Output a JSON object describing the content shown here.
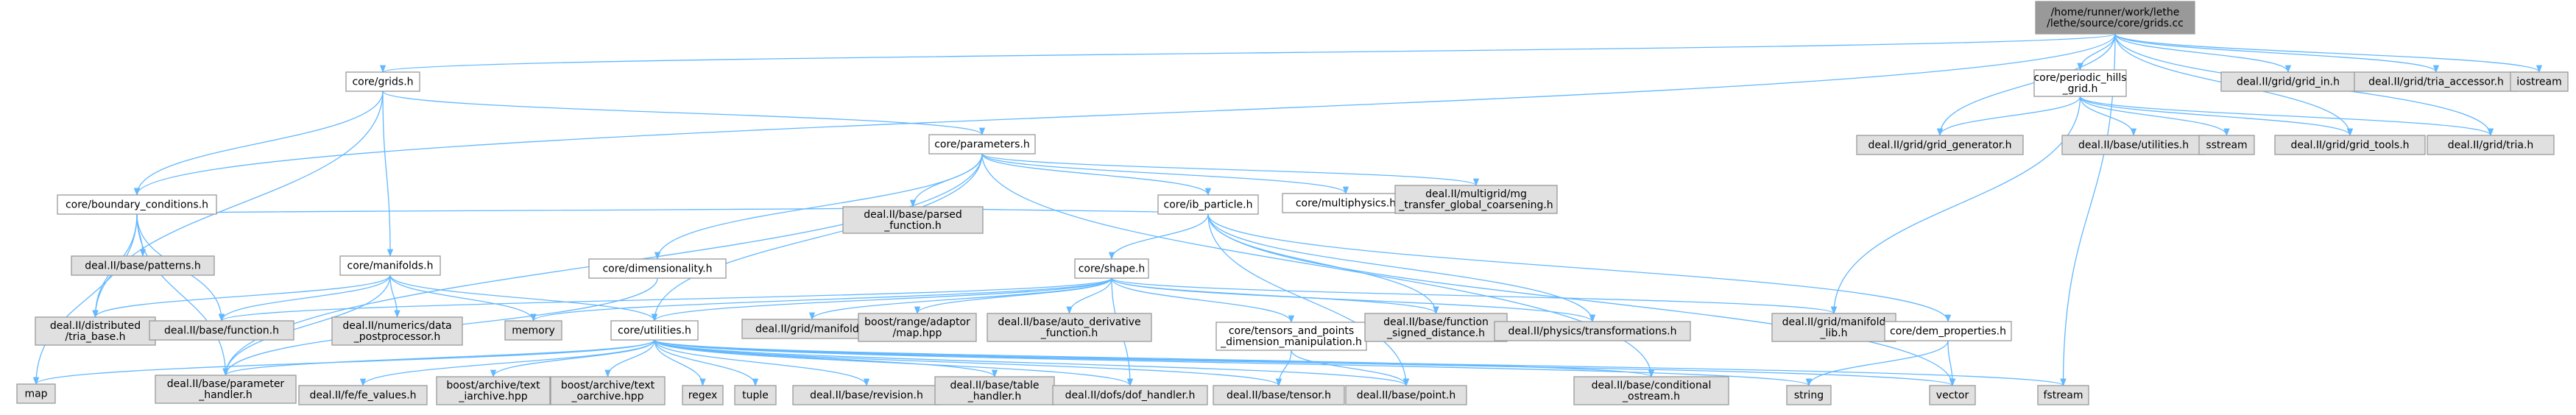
{
  "colors": {
    "root_fill": "#999999",
    "local_fill": "#ffffff",
    "external_fill": "#e0e0e0",
    "highlight_border": "#ff0000",
    "edge": "#63b8ff",
    "edge_faint": "#8cc8f5",
    "text": "#000000"
  },
  "nodes": [
    {
      "id": "grids_cc",
      "lines": [
        "/home/runner/work/lethe",
        "/lethe/source/core/grids.cc"
      ],
      "kind": "root"
    },
    {
      "id": "grids_h",
      "lines": [
        "core/grids.h"
      ],
      "kind": "local"
    },
    {
      "id": "periodic_hills",
      "lines": [
        "core/periodic_hills",
        "_grid.h"
      ],
      "kind": "local"
    },
    {
      "id": "grid_in",
      "lines": [
        "deal.II/grid/grid_in.h"
      ],
      "kind": "external"
    },
    {
      "id": "tria_accessor",
      "lines": [
        "deal.II/grid/tria_accessor.h"
      ],
      "kind": "external"
    },
    {
      "id": "iostream",
      "lines": [
        "iostream"
      ],
      "kind": "external"
    },
    {
      "id": "parameters",
      "lines": [
        "core/parameters.h"
      ],
      "kind": "local"
    },
    {
      "id": "grid_generator",
      "lines": [
        "deal.II/grid/grid_generator.h"
      ],
      "kind": "external"
    },
    {
      "id": "base_utilities",
      "lines": [
        "deal.II/base/utilities.h"
      ],
      "kind": "external"
    },
    {
      "id": "sstream",
      "lines": [
        "sstream"
      ],
      "kind": "external"
    },
    {
      "id": "grid_tools",
      "lines": [
        "deal.II/grid/grid_tools.h"
      ],
      "kind": "external"
    },
    {
      "id": "tria",
      "lines": [
        "deal.II/grid/tria.h"
      ],
      "kind": "external"
    },
    {
      "id": "boundary_conditions",
      "lines": [
        "core/boundary_conditions.h"
      ],
      "kind": "local"
    },
    {
      "id": "ib_particle",
      "lines": [
        "core/ib_particle.h"
      ],
      "kind": "local"
    },
    {
      "id": "multiphysics",
      "lines": [
        "core/multiphysics.h"
      ],
      "kind": "local"
    },
    {
      "id": "mg_transfer",
      "lines": [
        "deal.II/multigrid/mg",
        "_transfer_global_coarsening.h"
      ],
      "kind": "external"
    },
    {
      "id": "patterns",
      "lines": [
        "deal.II/base/patterns.h"
      ],
      "kind": "external"
    },
    {
      "id": "parsed_function",
      "lines": [
        "deal.II/base/parsed",
        "_function.h"
      ],
      "kind": "external"
    },
    {
      "id": "manifolds",
      "lines": [
        "core/manifolds.h"
      ],
      "kind": "local"
    },
    {
      "id": "dimensionality",
      "lines": [
        "core/dimensionality.h"
      ],
      "kind": "local"
    },
    {
      "id": "shape",
      "lines": [
        "core/shape.h"
      ],
      "kind": "highlight"
    },
    {
      "id": "distributed_tria_base",
      "lines": [
        "deal.II/distributed",
        "/tria_base.h"
      ],
      "kind": "external"
    },
    {
      "id": "base_function",
      "lines": [
        "deal.II/base/function.h"
      ],
      "kind": "external"
    },
    {
      "id": "numerics_data",
      "lines": [
        "deal.II/numerics/data",
        "_postprocessor.h"
      ],
      "kind": "external"
    },
    {
      "id": "memory",
      "lines": [
        "memory"
      ],
      "kind": "external"
    },
    {
      "id": "utilities",
      "lines": [
        "core/utilities.h"
      ],
      "kind": "local"
    },
    {
      "id": "grid_manifold",
      "lines": [
        "deal.II/grid/manifold.h"
      ],
      "kind": "external"
    },
    {
      "id": "boost_range",
      "lines": [
        "boost/range/adaptor",
        "/map.hpp"
      ],
      "kind": "external"
    },
    {
      "id": "auto_derivative",
      "lines": [
        "deal.II/base/auto_derivative",
        "_function.h"
      ],
      "kind": "external"
    },
    {
      "id": "tensors_points",
      "lines": [
        "core/tensors_and_points",
        "_dimension_manipulation.h"
      ],
      "kind": "local"
    },
    {
      "id": "function_signed",
      "lines": [
        "deal.II/base/function",
        "_signed_distance.h"
      ],
      "kind": "external"
    },
    {
      "id": "physics_transform",
      "lines": [
        "deal.II/physics/transformations.h"
      ],
      "kind": "external"
    },
    {
      "id": "manifold_lib",
      "lines": [
        "deal.II/grid/manifold",
        "_lib.h"
      ],
      "kind": "external"
    },
    {
      "id": "dem_properties",
      "lines": [
        "core/dem_properties.h"
      ],
      "kind": "local"
    },
    {
      "id": "map",
      "lines": [
        "map"
      ],
      "kind": "external"
    },
    {
      "id": "parameter_handler",
      "lines": [
        "deal.II/base/parameter",
        "_handler.h"
      ],
      "kind": "external"
    },
    {
      "id": "fe_values",
      "lines": [
        "deal.II/fe/fe_values.h"
      ],
      "kind": "external"
    },
    {
      "id": "text_iarchive",
      "lines": [
        "boost/archive/text",
        "_iarchive.hpp"
      ],
      "kind": "external"
    },
    {
      "id": "text_oarchive",
      "lines": [
        "boost/archive/text",
        "_oarchive.hpp"
      ],
      "kind": "external"
    },
    {
      "id": "regex",
      "lines": [
        "regex"
      ],
      "kind": "external"
    },
    {
      "id": "tuple",
      "lines": [
        "tuple"
      ],
      "kind": "external"
    },
    {
      "id": "revision",
      "lines": [
        "deal.II/base/revision.h"
      ],
      "kind": "external"
    },
    {
      "id": "table_handler",
      "lines": [
        "deal.II/base/table",
        "_handler.h"
      ],
      "kind": "external"
    },
    {
      "id": "dof_handler",
      "lines": [
        "deal.II/dofs/dof_handler.h"
      ],
      "kind": "external"
    },
    {
      "id": "base_tensor",
      "lines": [
        "deal.II/base/tensor.h"
      ],
      "kind": "external"
    },
    {
      "id": "base_point",
      "lines": [
        "deal.II/base/point.h"
      ],
      "kind": "external"
    },
    {
      "id": "conditional_ostream",
      "lines": [
        "deal.II/base/conditional",
        "_ostream.h"
      ],
      "kind": "external"
    },
    {
      "id": "string",
      "lines": [
        "string"
      ],
      "kind": "external"
    },
    {
      "id": "vector",
      "lines": [
        "vector"
      ],
      "kind": "external"
    },
    {
      "id": "fstream",
      "lines": [
        "fstream"
      ],
      "kind": "external"
    }
  ],
  "edges": [
    [
      "grids_cc",
      "grids_h"
    ],
    [
      "grids_cc",
      "periodic_hills"
    ],
    [
      "grids_cc",
      "grid_in"
    ],
    [
      "grids_cc",
      "tria_accessor"
    ],
    [
      "grids_cc",
      "iostream"
    ],
    [
      "grids_cc",
      "boundary_conditions"
    ],
    [
      "grids_cc",
      "grid_generator"
    ],
    [
      "grids_cc",
      "grid_tools"
    ],
    [
      "grids_cc",
      "tria"
    ],
    [
      "grids_cc",
      "fstream"
    ],
    [
      "grids_h",
      "parameters"
    ],
    [
      "grids_h",
      "boundary_conditions"
    ],
    [
      "grids_h",
      "manifolds"
    ],
    [
      "grids_h",
      "distributed_tria_base"
    ],
    [
      "periodic_hills",
      "grid_generator"
    ],
    [
      "periodic_hills",
      "base_utilities"
    ],
    [
      "periodic_hills",
      "sstream"
    ],
    [
      "periodic_hills",
      "grid_tools"
    ],
    [
      "periodic_hills",
      "tria"
    ],
    [
      "periodic_hills",
      "manifold_lib"
    ],
    [
      "parameters",
      "multiphysics"
    ],
    [
      "parameters",
      "mg_transfer"
    ],
    [
      "parameters",
      "ib_particle"
    ],
    [
      "parameters",
      "dimensionality"
    ],
    [
      "parameters",
      "parsed_function"
    ],
    [
      "parameters",
      "utilities"
    ],
    [
      "parameters",
      "parameter_handler"
    ],
    [
      "parameters",
      "conditional_ostream"
    ],
    [
      "boundary_conditions",
      "patterns"
    ],
    [
      "boundary_conditions",
      "parsed_function"
    ],
    [
      "boundary_conditions",
      "base_function"
    ],
    [
      "boundary_conditions",
      "distributed_tria_base"
    ],
    [
      "boundary_conditions",
      "map"
    ],
    [
      "boundary_conditions",
      "parameter_handler"
    ],
    [
      "ib_particle",
      "shape"
    ],
    [
      "ib_particle",
      "dem_properties"
    ],
    [
      "ib_particle",
      "parsed_function"
    ],
    [
      "ib_particle",
      "function_signed"
    ],
    [
      "ib_particle",
      "physics_transform"
    ],
    [
      "ib_particle",
      "base_point"
    ],
    [
      "ib_particle",
      "vector"
    ],
    [
      "manifolds",
      "distributed_tria_base"
    ],
    [
      "manifolds",
      "base_function"
    ],
    [
      "manifolds",
      "numerics_data"
    ],
    [
      "manifolds",
      "memory"
    ],
    [
      "manifolds",
      "utilities"
    ],
    [
      "manifolds",
      "parameter_handler"
    ],
    [
      "dimensionality",
      "parameter_handler"
    ],
    [
      "shape",
      "memory"
    ],
    [
      "shape",
      "grid_manifold"
    ],
    [
      "shape",
      "boost_range"
    ],
    [
      "shape",
      "auto_derivative"
    ],
    [
      "shape",
      "tensors_points"
    ],
    [
      "shape",
      "function_signed"
    ],
    [
      "shape",
      "physics_transform"
    ],
    [
      "shape",
      "manifold_lib"
    ],
    [
      "shape",
      "utilities"
    ],
    [
      "shape",
      "base_function"
    ],
    [
      "shape",
      "dof_handler"
    ],
    [
      "utilities",
      "map"
    ],
    [
      "utilities",
      "parameter_handler"
    ],
    [
      "utilities",
      "fe_values"
    ],
    [
      "utilities",
      "text_iarchive"
    ],
    [
      "utilities",
      "text_oarchive"
    ],
    [
      "utilities",
      "regex"
    ],
    [
      "utilities",
      "tuple"
    ],
    [
      "utilities",
      "revision"
    ],
    [
      "utilities",
      "table_handler"
    ],
    [
      "utilities",
      "dof_handler"
    ],
    [
      "utilities",
      "base_tensor"
    ],
    [
      "utilities",
      "base_point"
    ],
    [
      "utilities",
      "conditional_ostream"
    ],
    [
      "utilities",
      "string"
    ],
    [
      "utilities",
      "vector"
    ],
    [
      "utilities",
      "fstream"
    ],
    [
      "tensors_points",
      "base_tensor"
    ],
    [
      "tensors_points",
      "base_point"
    ],
    [
      "dem_properties",
      "string"
    ],
    [
      "dem_properties",
      "vector"
    ]
  ]
}
